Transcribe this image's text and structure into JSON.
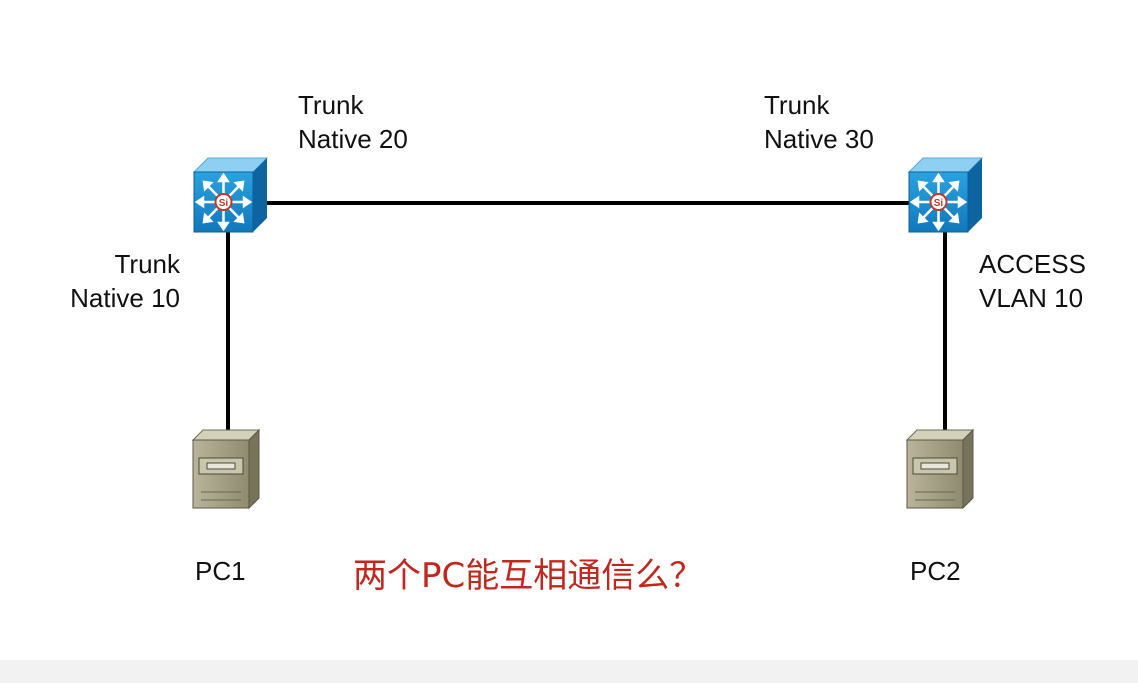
{
  "diagram": {
    "switch_left_ports": {
      "uplink": {
        "mode": "Trunk",
        "native": "Native 20"
      },
      "downlink": {
        "mode": "Trunk",
        "native": "Native 10"
      }
    },
    "switch_right_ports": {
      "uplink": {
        "mode": "Trunk",
        "native": "Native 30"
      },
      "downlink": {
        "mode": "ACCESS",
        "vlan": "VLAN 10"
      }
    },
    "pcs": [
      {
        "label": "PC1"
      },
      {
        "label": "PC2"
      }
    ],
    "question": "两个PC能互相通信么？",
    "colors": {
      "switch_face": "#1b8fd3",
      "switch_top": "#7fc8f0",
      "switch_side": "#0f6fae",
      "pc_body": "#a8a48a",
      "question": "#c0281e",
      "link": "#000000"
    }
  }
}
